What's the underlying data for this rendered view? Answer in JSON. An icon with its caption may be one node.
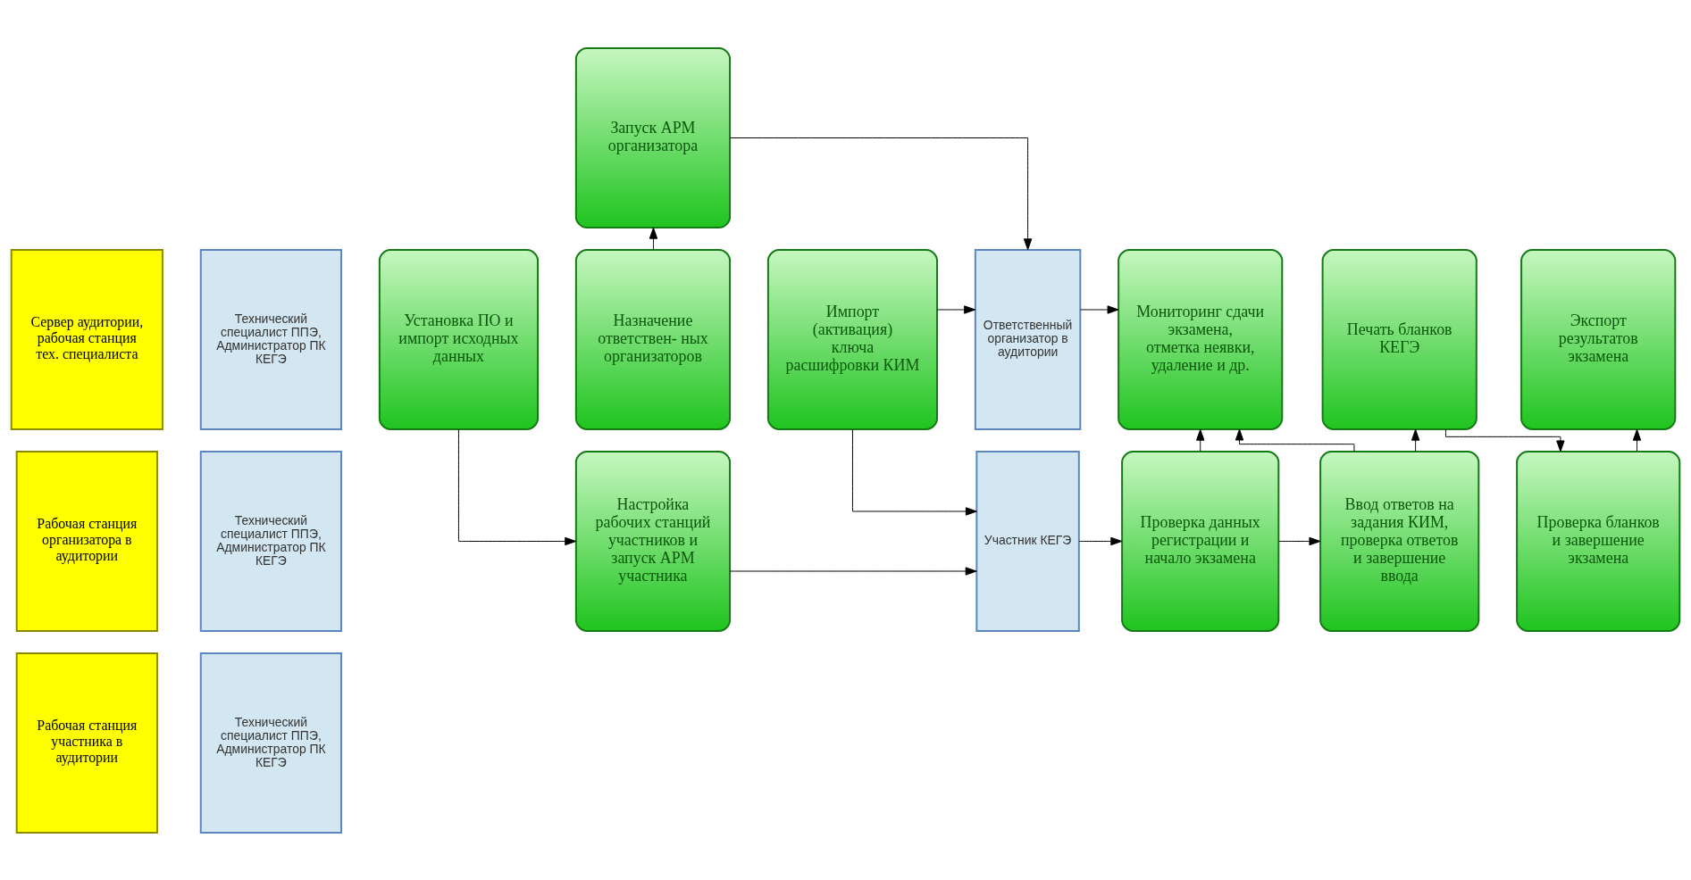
{
  "diagram": {
    "nodes": [
      {
        "text": [
          "Сервер аудитории, рабочая станция тех. специалиста"
        ]
      },
      {
        "text": [
          "Технический специалист ППЭ, Администратор ПК КЕГЭ"
        ]
      },
      {
        "text": [
          "Рабочая станция организатора в аудитории"
        ]
      },
      {
        "text": [
          "Технический специалист ППЭ, Администратор ПК КЕГЭ"
        ]
      },
      {
        "text": [
          "Рабочая станция участника в аудитории"
        ]
      },
      {
        "text": [
          "Технический специалист ППЭ, Администратор ПК КЕГЭ"
        ]
      },
      {
        "text": [
          "Установка ПО и импорт исходных данных"
        ]
      },
      {
        "text": [
          "Назначение ответствен- ных организаторов"
        ]
      },
      {
        "text": [
          "Импорт (активация) ключа расшифровки КИМ"
        ]
      },
      {
        "text": [
          "Экспорт результатов экзамена"
        ]
      },
      {
        "text": [
          "Запуск АРМ организатора"
        ]
      },
      {
        "text": [
          "Ответственный организатор в аудитории"
        ]
      },
      {
        "text": [
          "Мониторинг сдачи экзамена, отметка неявки, удаление и др."
        ]
      },
      {
        "text": [
          "Печать бланков КЕГЭ"
        ]
      },
      {
        "text": [
          "Настройка рабочих станций участников и запуск АРМ участника"
        ]
      },
      {
        "text": [
          "Участник КЕГЭ"
        ]
      },
      {
        "text": [
          "Проверка данных регистрации и начало экзамена"
        ]
      },
      {
        "text": [
          "Ввод ответов на задания КИМ, проверка ответов и завершение ввода"
        ]
      },
      {
        "text": [
          "Проверка бланков и завершение экзамена"
        ]
      }
    ],
    "edges": [
      {
        "from": 6,
        "to": 14,
        "arrow": "to"
      },
      {
        "from": 7,
        "to": 10,
        "arrow": "to"
      },
      {
        "from": 8,
        "to": 11,
        "arrow": "to"
      },
      {
        "from": 8,
        "to": 15,
        "arrow": "to"
      },
      {
        "from": 10,
        "to": 11,
        "arrow": "to"
      },
      {
        "from": 14,
        "to": 15,
        "arrow": "to"
      },
      {
        "from": 11,
        "to": 12,
        "arrow": "to"
      },
      {
        "from": 15,
        "to": 16,
        "arrow": "to"
      },
      {
        "from": 16,
        "to": 12,
        "arrow": "to"
      },
      {
        "from": 17,
        "to": 12,
        "arrow": "to"
      },
      {
        "from": 17,
        "to": 13,
        "arrow": "to"
      },
      {
        "from": 16,
        "to": 17,
        "arrow": "to"
      },
      {
        "from": 13,
        "to": 18,
        "arrow": "to"
      },
      {
        "from": 18,
        "to": 9,
        "arrow": "to"
      }
    ]
  }
}
